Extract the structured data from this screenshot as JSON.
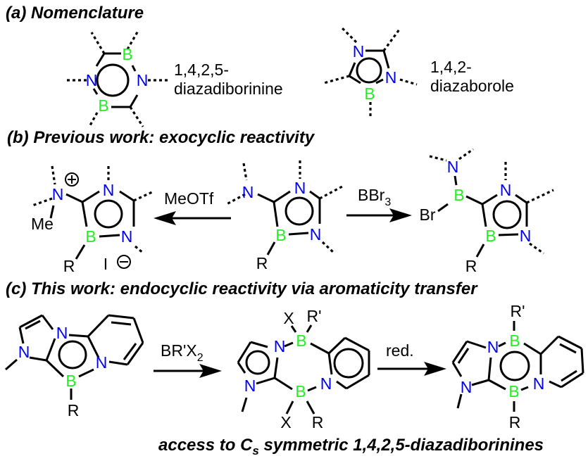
{
  "colors": {
    "nitrogen": "#0000ee",
    "boron": "#22ee22",
    "default": "#000000"
  },
  "panels": {
    "a": {
      "heading": "(a) Nomenclature",
      "compound1": {
        "name_line1": "1,4,2,5-",
        "name_line2": "diazadiborinine"
      },
      "compound2": {
        "name_line1": "1,4,2-",
        "name_line2": "diazaborole"
      }
    },
    "b": {
      "heading": "(b) Previous work: exocyclic reactivity",
      "reagent_left": "MeOTf",
      "reagent_right_base": "BBr",
      "reagent_right_sub": "3",
      "labels": {
        "me": "Me",
        "iodide": "I",
        "r": "R",
        "br": "Br"
      }
    },
    "c": {
      "heading": "(c) This work: endocyclic reactivity via aromaticity transfer",
      "reagent1_base": "BR'X",
      "reagent1_sub": "2",
      "reagent2": "red.",
      "labels": {
        "r": "R",
        "r_prime": "R'",
        "x": "X"
      },
      "footnote_prefix": "access to C",
      "footnote_sub": "s",
      "footnote_suffix": " symmetric 1,4,2,5-diazadiborinines"
    }
  },
  "atoms": {
    "N": "N",
    "B": "B"
  }
}
